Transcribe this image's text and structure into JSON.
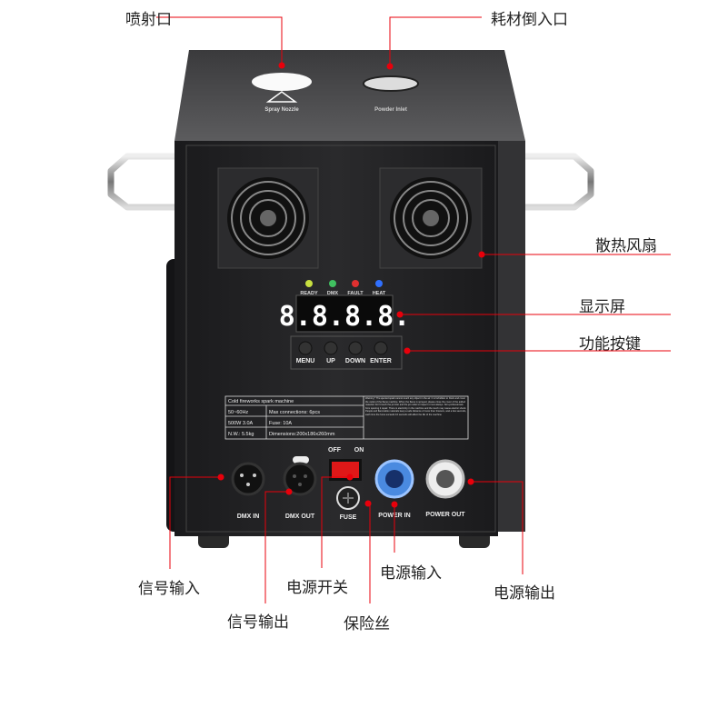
{
  "callouts": {
    "spray_outlet": "喷射口",
    "material_inlet": "耗材倒入口",
    "cooling_fans": "散热风扇",
    "display_screen": "显示屏",
    "function_keys": "功能按键",
    "signal_input": "信号输入",
    "signal_output": "信号输出",
    "power_switch": "电源开关",
    "fuse": "保险丝",
    "power_input": "电源输入",
    "power_output": "电源输出"
  },
  "device": {
    "top_labels": {
      "spray": "Spray Nozzle",
      "powder": "Powder Inlet"
    },
    "leds": [
      {
        "label": "READY",
        "color": "#c8e040"
      },
      {
        "label": "DMX",
        "color": "#40c060"
      },
      {
        "label": "FAULT",
        "color": "#e03030"
      },
      {
        "label": "HEAT",
        "color": "#3070ff"
      }
    ],
    "display": "8.8.8.8.",
    "buttons": [
      "MENU",
      "UP",
      "DOWN",
      "ENTER"
    ],
    "spec_table": {
      "title": "Cold fireworks spark machine",
      "rows": [
        [
          "50~60Hz",
          "Max connections: 6pcs"
        ],
        [
          "500W 3.0A",
          "Fuse: 10A"
        ],
        [
          "N.W.: 5.5kg",
          "Dimensions:200x186x260mm"
        ]
      ],
      "warning": "Warning * The ejected spark cannot touch any object in the air. It is forbidden to block and cover the outlet of the flame machine. When the flame is sprayed, please close the cover of the added material. Don't touch the jet inlet and the jet outlet to inspect or test always. Non-professionals from opening it repair. There is electricity in the machine and the touch may cause electric shock. People and flammable materials keep a safe distance of more than 3meters, wait a few seconds, each time the fume exceeds 10 seconds will affect the life of the machine"
    },
    "switch": {
      "off": "OFF",
      "on": "ON"
    },
    "ports": {
      "dmx_in": "DMX IN",
      "dmx_out": "DMX OUT",
      "fuse": "FUSE",
      "power_in": "POWER IN",
      "power_out": "POWER OUT"
    }
  },
  "colors": {
    "callout_line": "#e8000b",
    "body": "#1e1e20"
  }
}
